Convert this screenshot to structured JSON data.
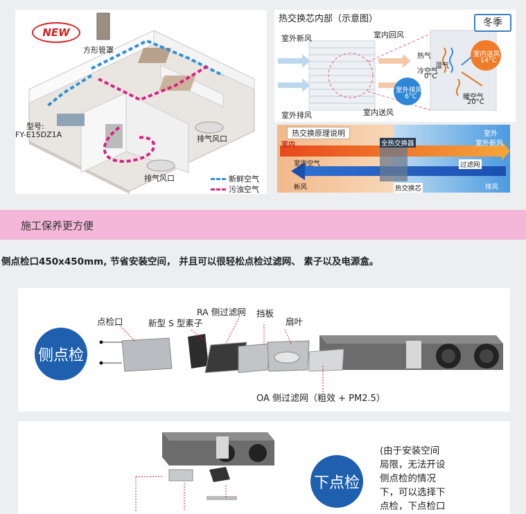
{
  "house": {
    "new_badge": "NEW",
    "duct_label": "方形管罩",
    "model_label": "型号:",
    "model_value": "FY-E15DZ1A",
    "exhaust_outlet_1": "排气风口",
    "exhaust_outlet_2": "排气风口",
    "legend_fresh": "新鲜空气",
    "legend_dirty": "污浊空气"
  },
  "core": {
    "title": "热交换芯内部（示意图）",
    "season": "冬季",
    "outdoor_fresh": "室外新风",
    "indoor_return": "室内回风",
    "outdoor_exhaust": "室外排风",
    "indoor_supply": "室内送风",
    "heat": "热气",
    "humid": "湿气",
    "cold_air": "冷空气",
    "cold_temp": "0°C",
    "warm_air": "暖空气",
    "warm_temp": "20°C",
    "supply_badge": "室内送风",
    "supply_temp": "14°C",
    "exhaust_badge": "室外排风",
    "exhaust_temp": "6°C"
  },
  "principle": {
    "title": "热交换原理说明",
    "indoor": "室内",
    "outdoor": "室外",
    "outdoor_fresh": "室外新风",
    "full_exchanger": "全热交换器",
    "filter": "过滤网",
    "indoor_air": "室内空气",
    "fresh": "新风",
    "exhaust": "排风",
    "core": "热交换芯"
  },
  "section": {
    "title": "施工保养更方便",
    "intro": "侧点检口450x450mm, 节省安装空间， 并且可以很轻松点检过滤网、 素子以及电源盒。"
  },
  "side_check": {
    "circle": "侧点检",
    "inspection_port": "点检口",
    "element": "新型 S 型素子",
    "ra_filter": "RA 侧过滤网",
    "baffle": "挡板",
    "fan": "扇叶",
    "oa_filter": "OA 侧过滤网（粗效 + PM2.5）"
  },
  "bottom_check": {
    "circle": "下点检",
    "note_lines": [
      "(由于安装空间",
      "局限，无法开设",
      "侧点检的情况",
      "下，可以选择下",
      "点检，下点检口"
    ]
  },
  "colors": {
    "pink": "#f4b6d9",
    "blue": "#1e5fae",
    "new_red": "#d62020",
    "fresh_air": "#2f8fd8",
    "dirty_air": "#d9227f"
  }
}
